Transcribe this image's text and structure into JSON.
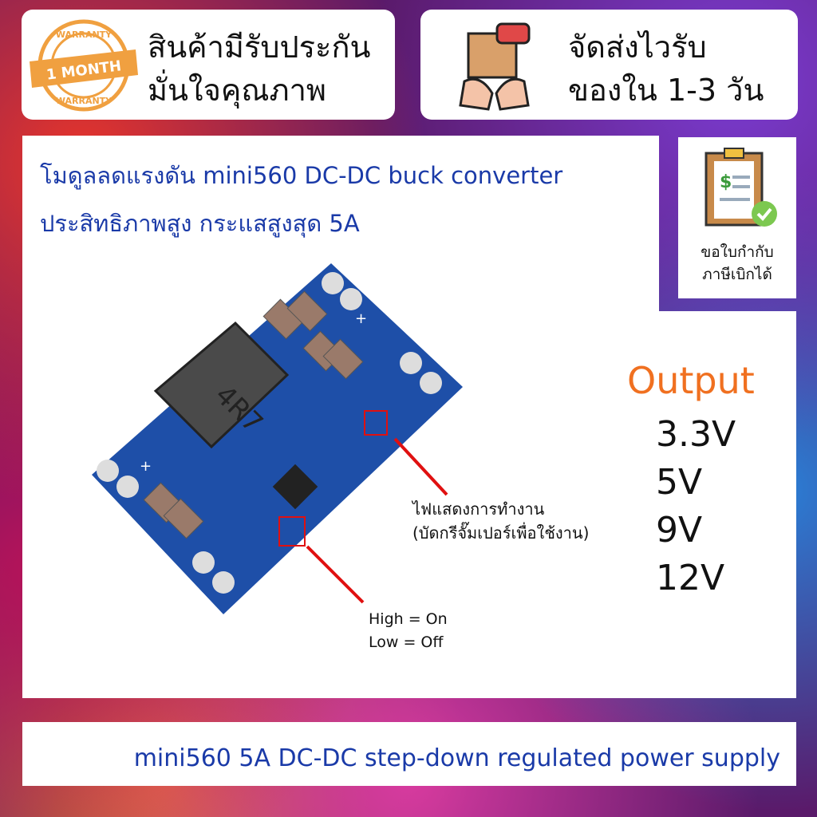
{
  "warranty": {
    "badge_top": "WARRANTY",
    "badge_ribbon": "1 MONTH",
    "badge_bottom": "WARRANTY",
    "line1": "สินค้ามีรับประกัน",
    "line2": "มั่นใจคุณภาพ",
    "accent": "#f0a040"
  },
  "shipping": {
    "icon": "delivery-box-hands-icon",
    "line1": "จัดส่งไวรับ",
    "line2": "ของใน 1-3 วัน"
  },
  "tax": {
    "icon": "invoice-check-icon",
    "line1": "ขอใบกำกับ",
    "line2": "ภาษีเบิกได้"
  },
  "title": {
    "line1": "โมดูลลดแรงดัน mini560 DC-DC buck converter",
    "line2": "ประสิทธิภาพสูง กระแสสูงสุด 5A",
    "color": "#1a3aa8"
  },
  "output": {
    "heading": "Output",
    "heading_color": "#f07020",
    "values": [
      "3.3V",
      "5V",
      "9V",
      "12V"
    ]
  },
  "annotations": {
    "led_line1": "ไฟแสดงการทำงาน",
    "led_line2": "(บัดกรีจั๊มเปอร์เพื่อใช้งาน)",
    "en_line1": "High = On",
    "en_line2": "Low = Off",
    "pointer_color": "#e01010"
  },
  "pcb": {
    "inductor_marking": "4R7",
    "plus": "+",
    "minus": "-"
  },
  "footer": {
    "text": "mini560 5A DC-DC step-down regulated power supply"
  }
}
